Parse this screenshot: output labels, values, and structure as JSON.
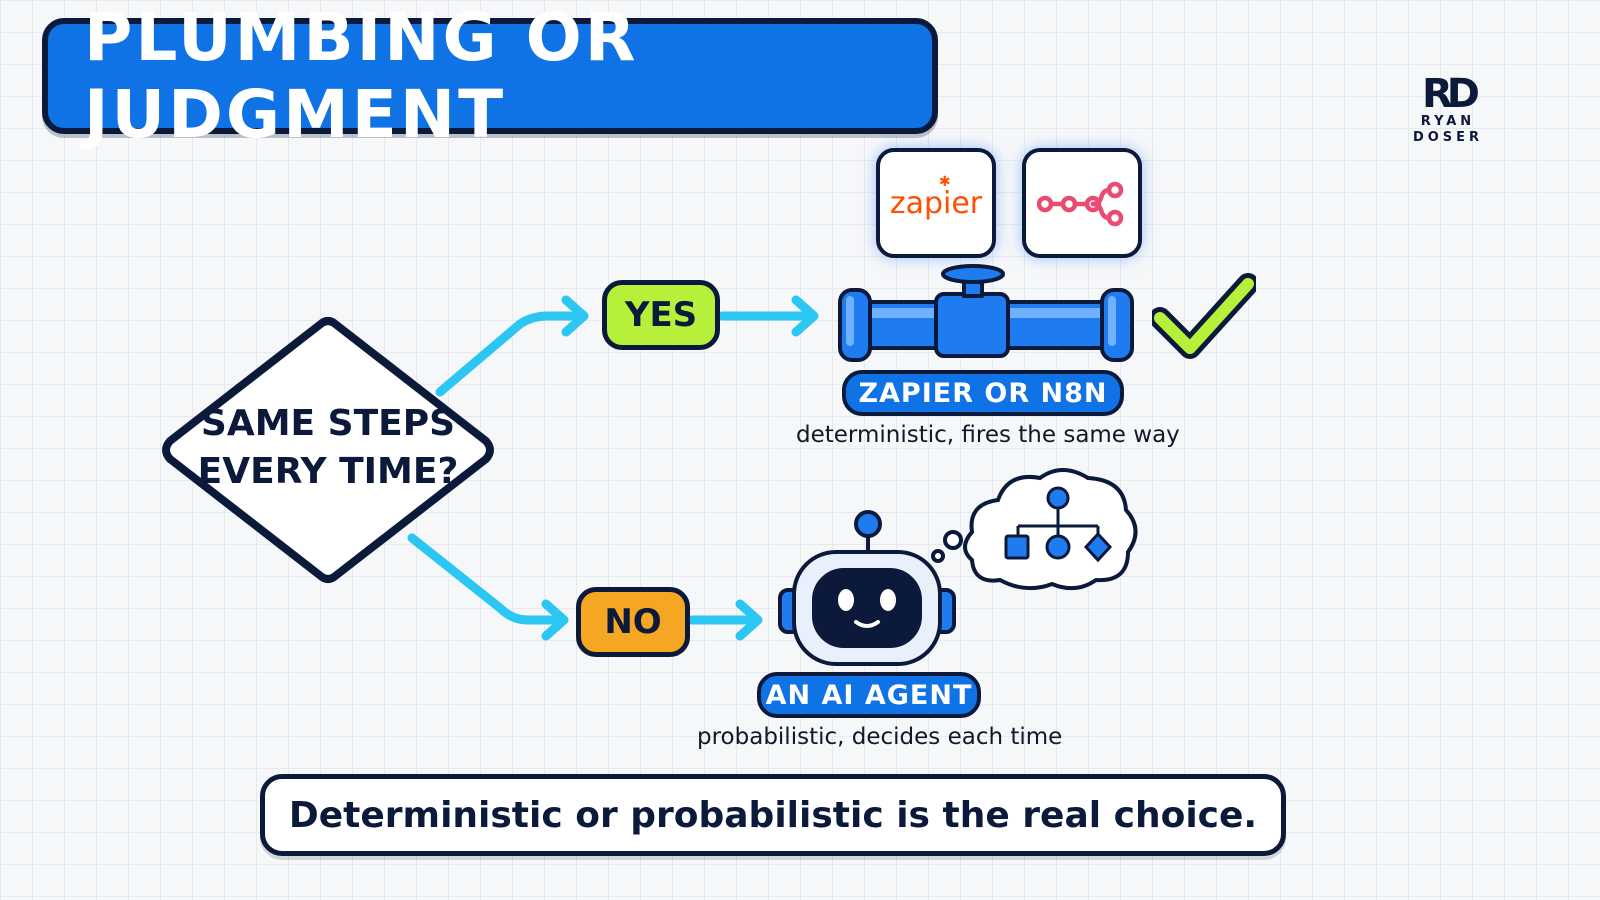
{
  "title": "PLUMBING OR JUDGMENT",
  "brand": {
    "monogram": "RD",
    "line1": "RYAN",
    "line2": "DOSER"
  },
  "decision": {
    "line1": "SAME STEPS",
    "line2": "EVERY TIME?"
  },
  "branches": {
    "yes": {
      "label": "YES",
      "color": "#b6f03a",
      "tool_label": "ZAPIER OR N8N",
      "caption": "deterministic, fires the same way",
      "logos": [
        "zapier",
        "n8n"
      ],
      "logo_text": "zapier",
      "icon": "pipe-icon",
      "mark": "checkmark-icon"
    },
    "no": {
      "label": "NO",
      "color": "#f5a623",
      "tool_label": "AN AI AGENT",
      "caption": "probabilistic, decides each time",
      "icon": "robot-icon",
      "thought": "thought-cloud-icon"
    }
  },
  "footer": "Deterministic or probabilistic is the real choice.",
  "colors": {
    "accent_blue": "#0f72e5",
    "arrow_cyan": "#2cc6f2",
    "outline": "#0b1a3a",
    "check_green": "#b6f03a",
    "zapier_orange": "#ff4f00",
    "n8n_pink": "#ea4b71"
  }
}
